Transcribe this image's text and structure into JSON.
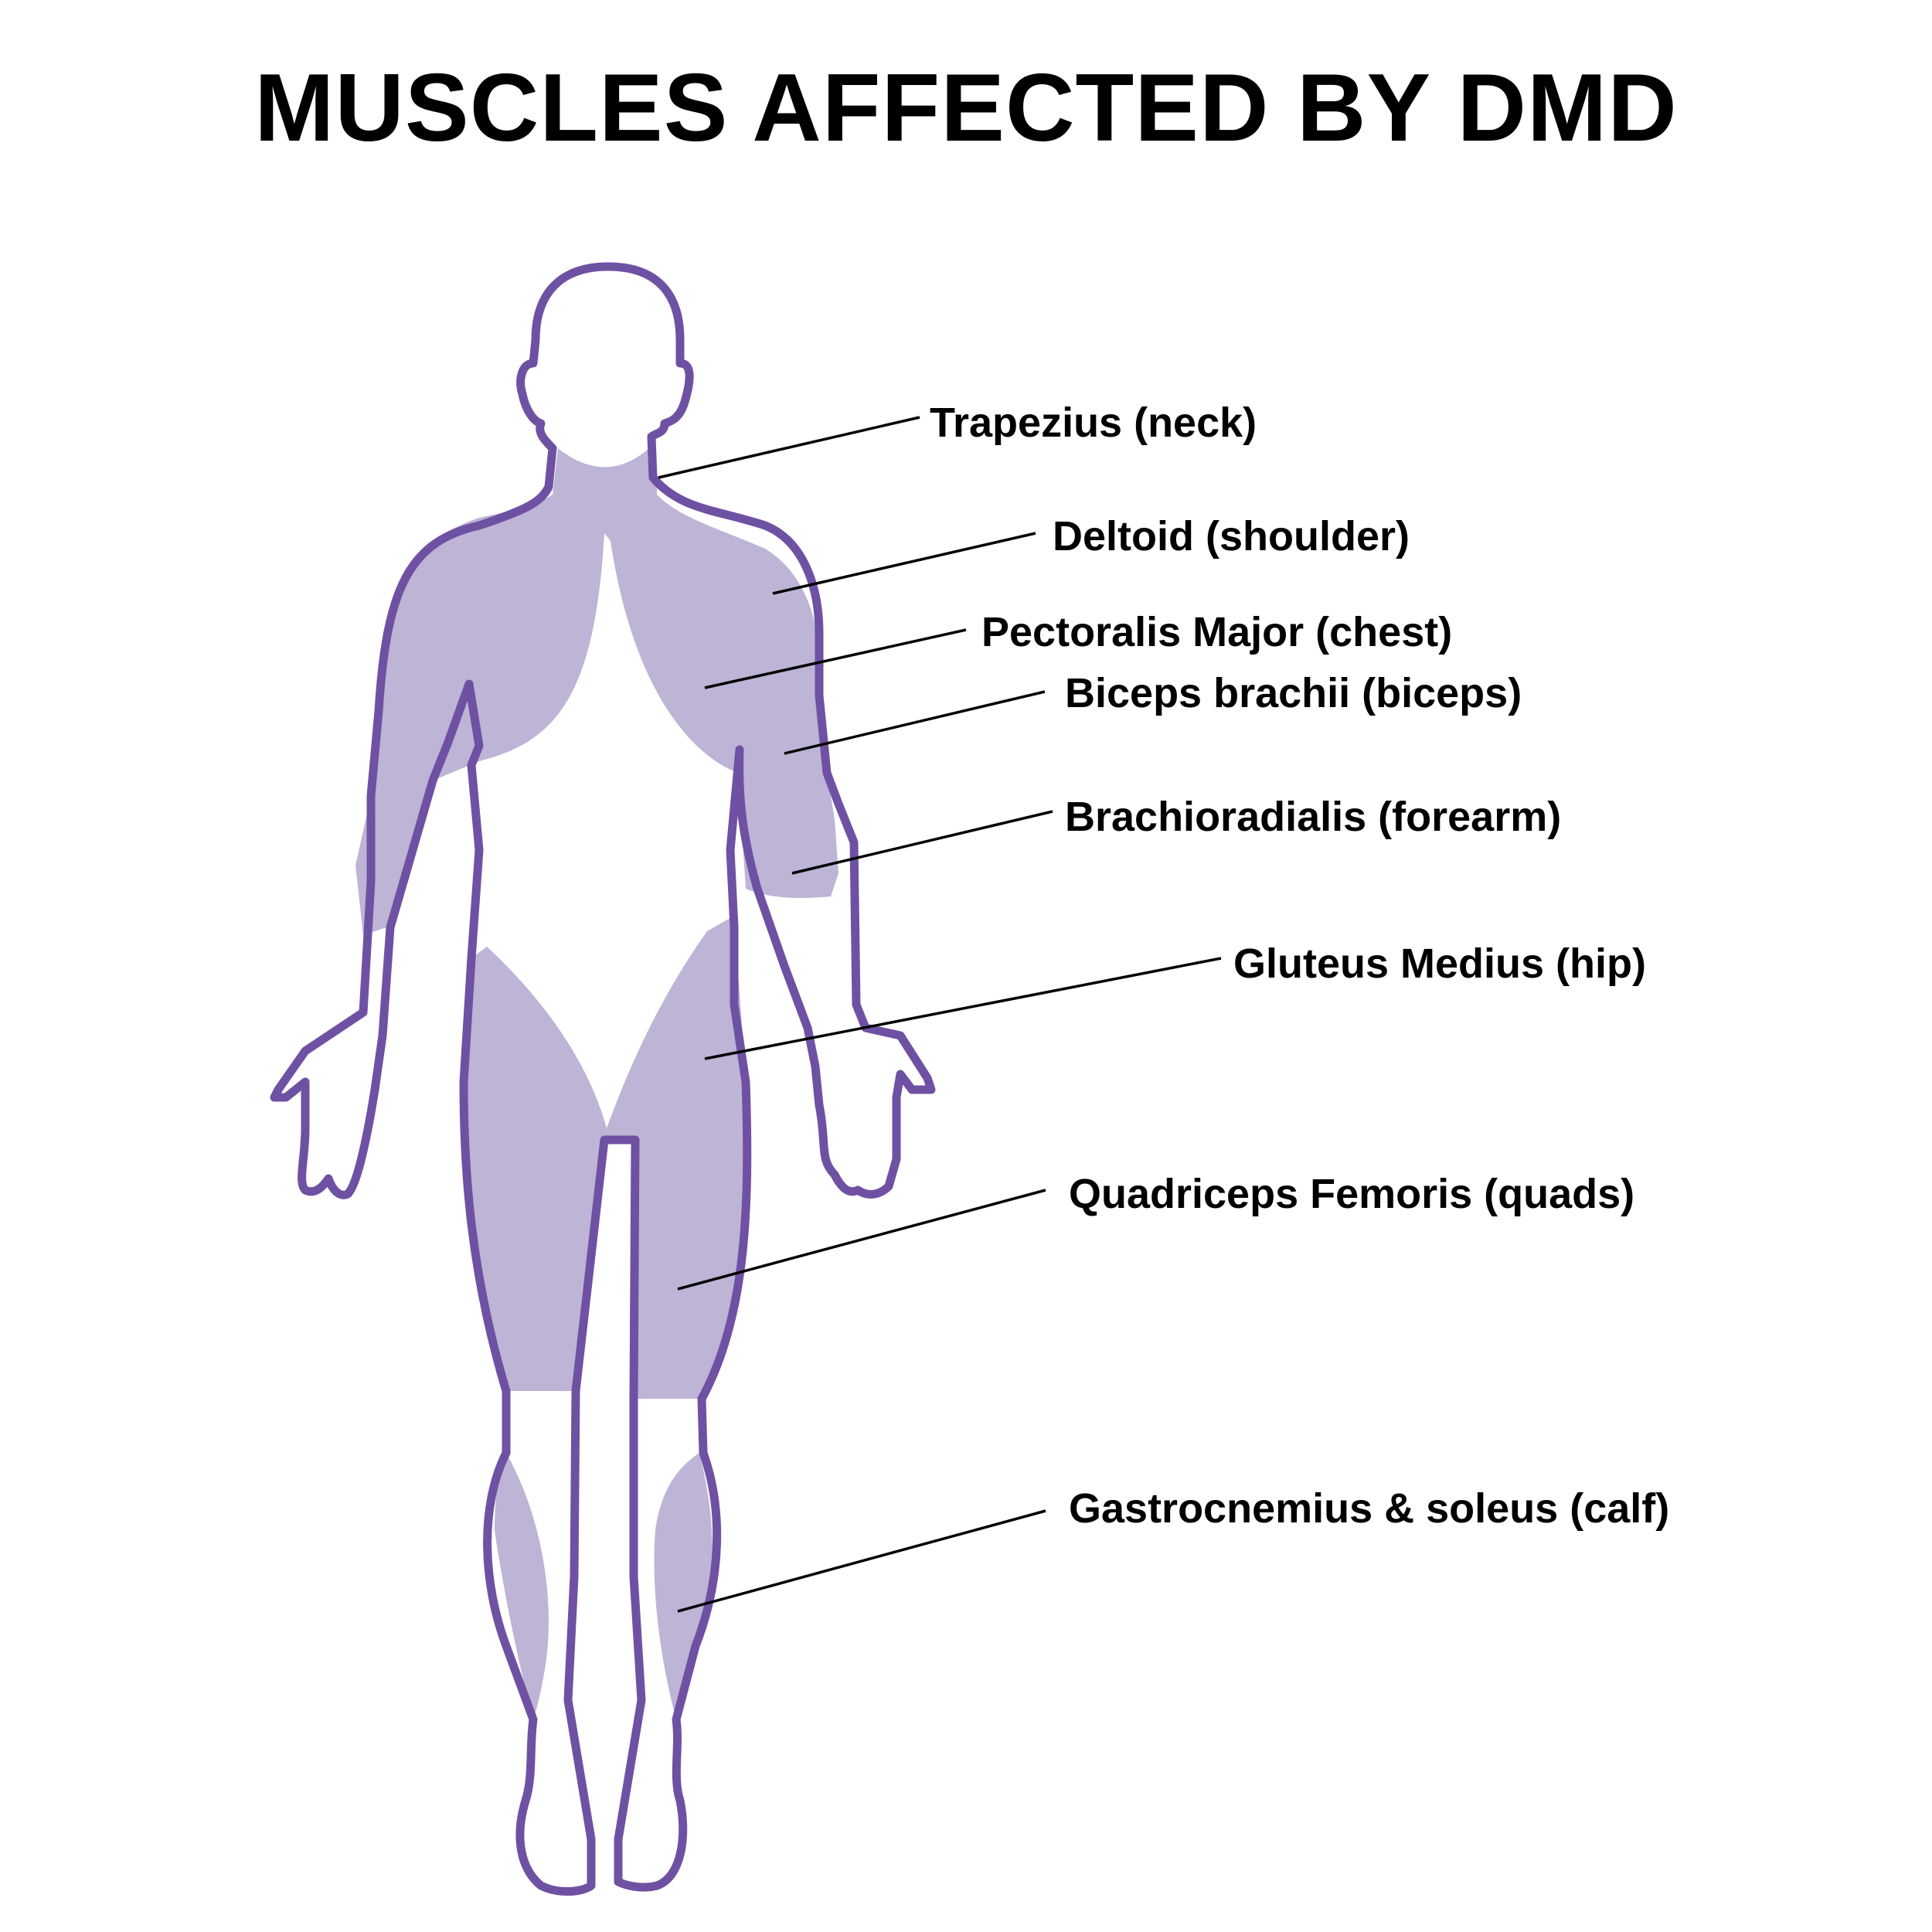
{
  "title": "MUSCLES AFFECTED BY DMD",
  "colors": {
    "outline": "#6f51a3",
    "muscle_fill": "#bdb4d6",
    "background": "#ffffff",
    "text": "#000000"
  },
  "labels": [
    {
      "id": "trapezius",
      "text": "Trapezius (neck)"
    },
    {
      "id": "deltoid",
      "text": "Deltoid (shoulder)"
    },
    {
      "id": "pectoralis",
      "text": "Pectoralis Major (chest)"
    },
    {
      "id": "biceps",
      "text": "Biceps brachii (biceps)"
    },
    {
      "id": "brachioradialis",
      "text": "Brachioradialis (forearm)"
    },
    {
      "id": "gluteus",
      "text": "Gluteus Medius (hip)"
    },
    {
      "id": "quadriceps",
      "text": "Quadriceps Femoris (quads)"
    },
    {
      "id": "gastrocnemius",
      "text": "Gastrocnemius & soleus (calf)"
    }
  ]
}
